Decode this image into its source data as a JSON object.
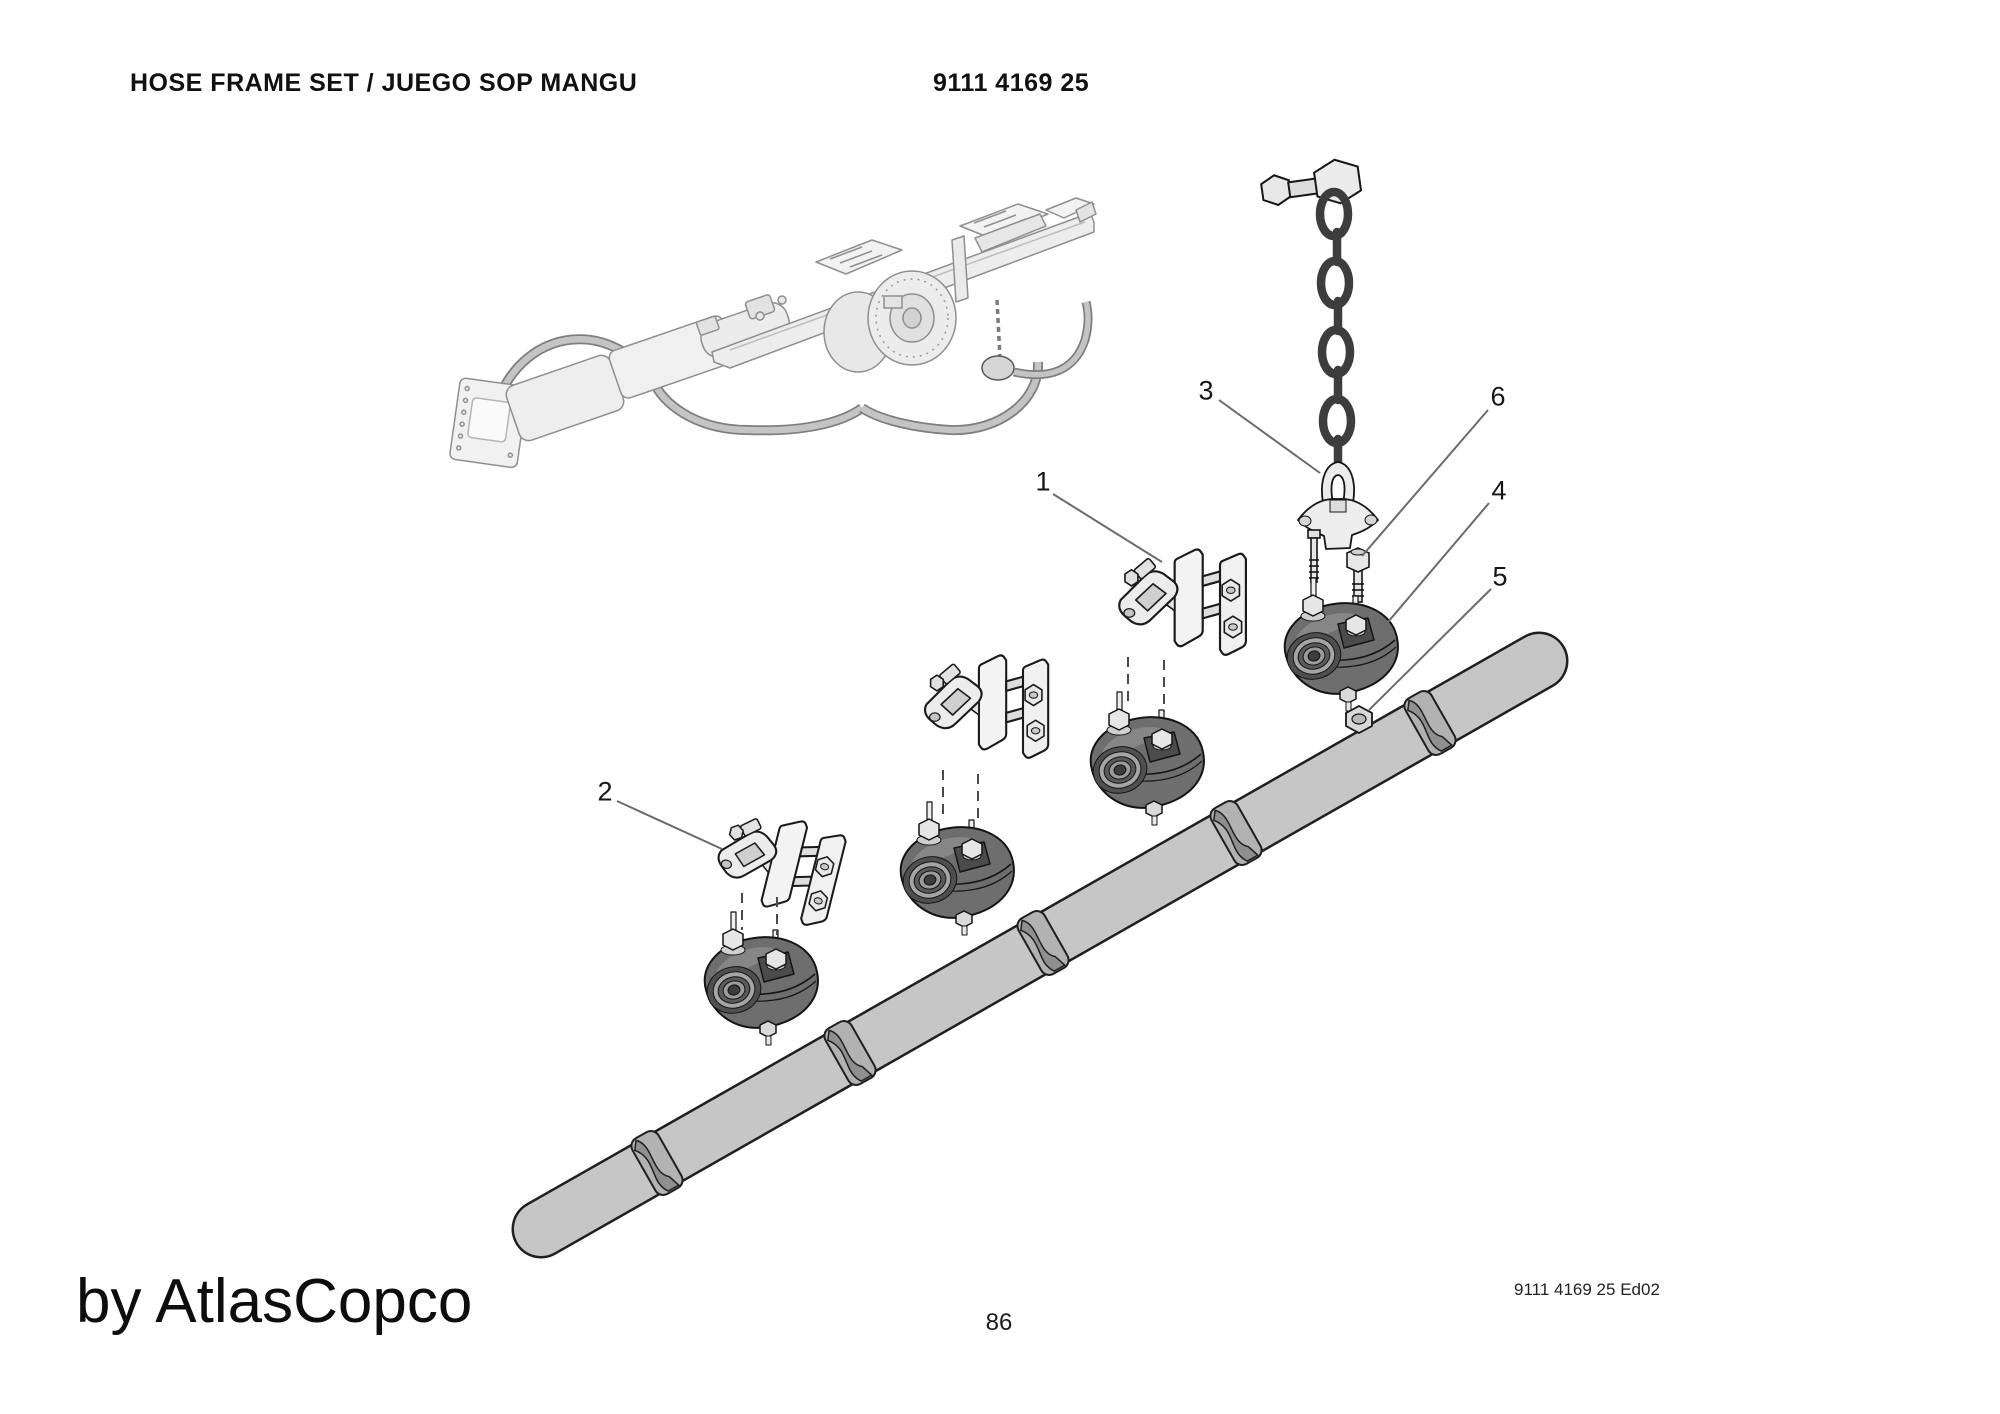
{
  "header": {
    "title": "HOSE FRAME SET / JUEGO SOP MANGU",
    "part_number": "9111 4169 25"
  },
  "diagram": {
    "description_visible_text_only": "",
    "callouts": [
      {
        "label": "1"
      },
      {
        "label": "2"
      },
      {
        "label": "3"
      },
      {
        "label": "4"
      },
      {
        "label": "5"
      },
      {
        "label": "6"
      }
    ]
  },
  "footer": {
    "brand": "by AtlasCopco",
    "page_number": "86",
    "edition": "9111 4169 25 Ed02"
  },
  "palette": {
    "tube_gray": "#c6c6c6",
    "clamp_body_gray": "#6e6e6e",
    "bracket_light_gray": "#f1f1f1",
    "chain_dark_gray": "#3d3d3d",
    "leader_line_gray": "#6b6b6b",
    "rig_drawing_gray": "#8f8f8f"
  }
}
